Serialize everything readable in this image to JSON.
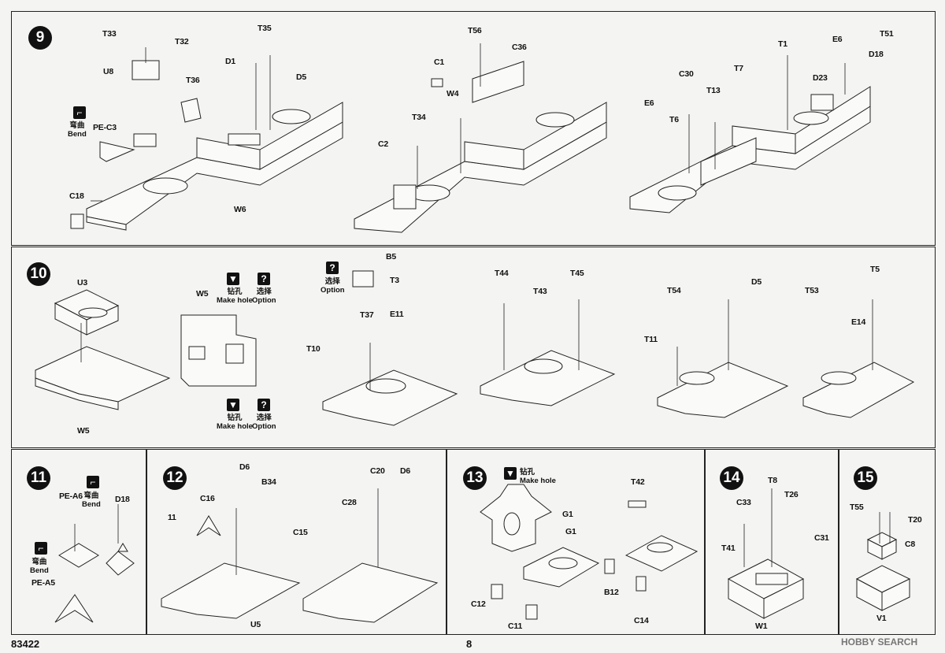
{
  "page": {
    "code": "83422",
    "number": "8",
    "watermark": "HOBBY SEARCH"
  },
  "notes": {
    "bend": "弯曲\nBend",
    "make_hole": "钻孔\nMake hole",
    "option": "选择\nOption"
  },
  "steps": [
    {
      "number": "9",
      "labels": [
        "T33",
        "T32",
        "U8",
        "T35",
        "D1",
        "D5",
        "T36",
        "PE-C3",
        "C18",
        "W6",
        "T56",
        "C36",
        "C1",
        "W4",
        "T34",
        "C2",
        "T51",
        "E6",
        "D18",
        "T1",
        "T7",
        "D23",
        "C30",
        "T13",
        "E6",
        "T6"
      ]
    },
    {
      "number": "10",
      "labels": [
        "U3",
        "W5",
        "W5",
        "B5",
        "T3",
        "T37",
        "E11",
        "T10",
        "T44",
        "T43",
        "T45",
        "T54",
        "D5",
        "T11",
        "T53",
        "T5",
        "E14"
      ]
    },
    {
      "number": "11",
      "labels": [
        "PE-A6",
        "D18",
        "PE-A5"
      ]
    },
    {
      "number": "12",
      "labels": [
        "D6",
        "B34",
        "C16",
        "11",
        "C20",
        "D6",
        "C28",
        "C15",
        "U5"
      ]
    },
    {
      "number": "13",
      "labels": [
        "G1",
        "G1",
        "T42",
        "C12",
        "B12",
        "C11",
        "C14"
      ]
    },
    {
      "number": "14",
      "labels": [
        "T8",
        "C33",
        "T26",
        "C31",
        "T41",
        "W1"
      ]
    },
    {
      "number": "15",
      "labels": [
        "T55",
        "T20",
        "C8",
        "V1"
      ]
    }
  ]
}
